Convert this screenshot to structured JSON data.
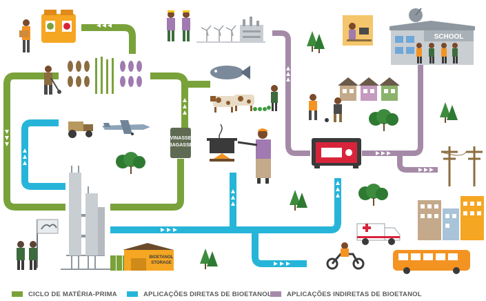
{
  "colors": {
    "feedstock": "#7aa23a",
    "direct": "#26b5d9",
    "indirect": "#a58aa8",
    "red_accent": "#d8243b",
    "orange_accent": "#f39322"
  },
  "labels": {
    "school_sign": "SCHOOL",
    "vinasse_line1": "VINASSE",
    "vinasse_line2": "BAGASSE",
    "storage_line1": "BIOETANOL",
    "storage_line2": "STORAGE"
  },
  "legend": [
    {
      "label": "CICLO DE MATÉRIA-PRIMA",
      "color": "#7aa23a"
    },
    {
      "label": "APLICAÇÕES DIRETAS DE BIOETANOL",
      "color": "#26b5d9"
    },
    {
      "label": "APLICAÇÕES INDIRETAS DE BIOETANOL",
      "color": "#a58aa8"
    }
  ],
  "icons": [
    "farmer-with-crate-icon",
    "seed-jars-icon",
    "farmer-hoe-icon",
    "sugarcane-field-icon",
    "tractor-icon",
    "crop-duster-plane-icon",
    "workers-icon",
    "wind-turbines-icon",
    "factory-icon",
    "fish-icon",
    "cows-icon",
    "herder-icon",
    "teacher-computer-icon",
    "school-building-icon",
    "houses-icon",
    "children-playing-icon",
    "generator-icon",
    "power-poles-icon",
    "cooking-woman-icon",
    "cooking-pot-icon",
    "distillery-icon",
    "delegation-icon",
    "storage-warehouse-icon",
    "ambulance-icon",
    "motorbike-icon",
    "bus-icon",
    "apartment-buildings-icon",
    "tree-icon"
  ]
}
